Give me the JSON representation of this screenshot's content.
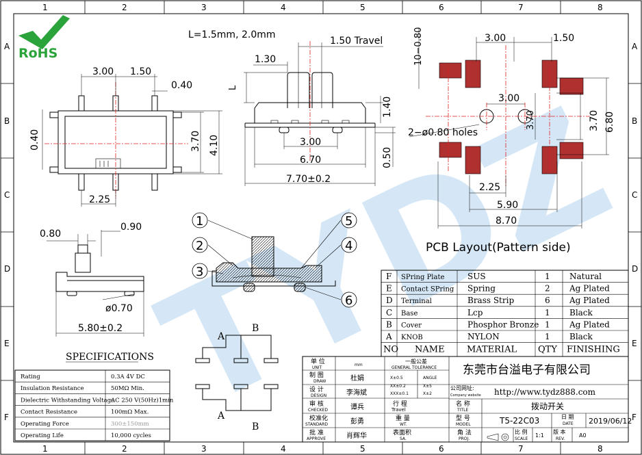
{
  "colors": {
    "rohs_green": "#2aa33a",
    "watermark": "#7fb6e6",
    "pad": "#b03030",
    "centerline": "#e02020"
  },
  "logo": {
    "text": "RoHS",
    "icon": "check-mark-icon"
  },
  "border_cols": [
    "1",
    "2",
    "3",
    "4",
    "5",
    "6",
    "7",
    "8"
  ],
  "border_rows": [
    "A",
    "B",
    "C",
    "D",
    "E",
    "F"
  ],
  "watermark": "TYDZ",
  "top_view": {
    "length_note": "L=1.5mm, 2.0mm",
    "d1": "3.00",
    "d2": "1.50",
    "d3": "0.40",
    "d4": "0.40",
    "d5": "3.70",
    "d6": "4.10",
    "d7": "2.25"
  },
  "side_view": {
    "travel": "1.50 Travel",
    "d1": "1.30",
    "d2": "L",
    "d3": "1.40",
    "d4": "3.00",
    "d5": "6.70",
    "d6": "0.50",
    "d7": "7.70±0.2"
  },
  "pcb": {
    "d1": "10−0.80",
    "d2": "3.00",
    "d3": "1.50",
    "d4": "3.00",
    "d5": "3.70",
    "d6": "3.70",
    "d7": "6.80",
    "holes": "2−ø0.80 holes",
    "d8": "2.25",
    "d9": "5.90",
    "d10": "8.70",
    "caption": "PCB Layout(Pattern side)"
  },
  "end_view": {
    "d1": "0.80",
    "d2": "0.90",
    "d3": "ø0.70",
    "d4": "5.80±0.2"
  },
  "callouts": [
    "1",
    "2",
    "3",
    "4",
    "5",
    "6"
  ],
  "schematic": {
    "a": "A",
    "b": "B"
  },
  "bom": [
    {
      "no": "F",
      "name": "SPring Plate",
      "material": "SUS",
      "qty": "1",
      "finish": "Natural"
    },
    {
      "no": "E",
      "name": "Contact SPring",
      "material": "Spring",
      "qty": "2",
      "finish": "Ag Plated"
    },
    {
      "no": "D",
      "name": "Terminal",
      "material": "Brass Strip",
      "qty": "6",
      "finish": "Ag Plated"
    },
    {
      "no": "C",
      "name": "Base",
      "material": "Lcp",
      "qty": "1",
      "finish": "Black"
    },
    {
      "no": "B",
      "name": "Cover",
      "material": "Phosphor Bronze",
      "qty": "1",
      "finish": "Ag Plated"
    },
    {
      "no": "A",
      "name": "KNOB",
      "material": "NYLON",
      "qty": "1",
      "finish": "Black"
    }
  ],
  "bom_header": {
    "no": "NO",
    "name": "NAME",
    "material": "MATERIAL",
    "qty": "QTY",
    "finish": "FINISHING"
  },
  "specs": {
    "title": "SPECIFICATIONS",
    "rows": [
      {
        "k": "Rating",
        "v": "0.3A 4V DC"
      },
      {
        "k": "Insulation Resistance",
        "v": "50MΩ Min."
      },
      {
        "k": "Dielectric Withstanding Voltage",
        "v": "AC 250 V(50Hz)1min"
      },
      {
        "k": "Contact Resistance",
        "v": "100mΩ Max."
      },
      {
        "k": "Operating Force",
        "v": "300±150mm"
      },
      {
        "k": "Operating Life",
        "v": "10,000 cycles"
      }
    ]
  },
  "title_block": {
    "unit_cn": "单 位",
    "unit_en": "UNIT",
    "unit_val": "mm",
    "tol_cn": "一般公差",
    "tol_en": "GENERAL TOLERANCE",
    "draw_cn": "制 图",
    "draw_en": "DRAW",
    "draw_val": "杜娟",
    "design_cn": "设 计",
    "design_en": "DESIGN",
    "design_val": "李海斌",
    "checked_cn": "审 核",
    "checked_en": "CHECKED",
    "checked_val": "谭兵",
    "standard_cn": "校准化",
    "standard_en": "STANDARD",
    "standard_val": "彭勇",
    "approve_cn": "批 准",
    "approve_en": "APPROVE",
    "approve_val": "肖辉华",
    "tol1": "X±0.5",
    "tol2": "XX±0.2",
    "tol3": "XXX±0.1",
    "tol_ang": "ANGLE",
    "tol_a1": "X±5",
    "tol_a2": "X±2",
    "travel_cn": "行 程",
    "travel_en": "Travel",
    "weight_cn": "重 量",
    "weight_en": "WT.",
    "surface_cn": "表面积",
    "surface_en": "SA.",
    "company": "东莞市台溢电子有限公司",
    "website_cn": "公司网址:",
    "website_en": "Company website",
    "website": "http://www.tydz888.com",
    "title_cn": "名 称",
    "title_en": "TITLE",
    "title_val": "拨动开关",
    "model_cn": "型 号",
    "model_en": "MODEL",
    "model_val": "T5-22C03",
    "date_cn": "日 期",
    "date_en": "DATE",
    "date_val": "2019/06/12",
    "proj_cn": "角 法",
    "proj_en": "PROJ.",
    "scale_cn": "比 例",
    "scale_en": "SCALE",
    "scale_val": "1:1",
    "rev_cn": "版 本",
    "rev_en": "REV.",
    "rev_val": "A0"
  }
}
